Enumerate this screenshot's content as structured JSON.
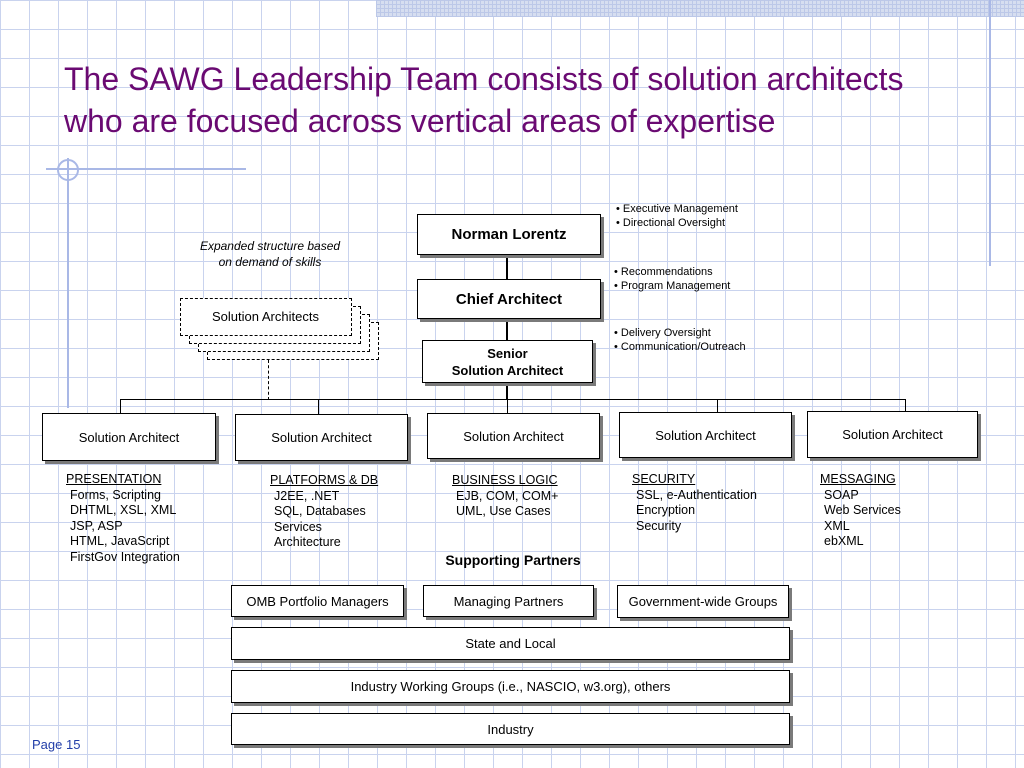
{
  "slide": {
    "title_lines": [
      "The SAWG Leadership Team consists of solution architects",
      "who are focused across vertical areas of expertise"
    ],
    "page_label": "Page 15"
  },
  "org": {
    "top": "Norman Lorentz",
    "chief": "Chief Architect",
    "senior_line1": "Senior",
    "senior_line2": "Solution Architect",
    "annotations": [
      [
        "Executive Management",
        "Directional Oversight"
      ],
      [
        "Recommendations",
        "Program Management"
      ],
      [
        "Delivery Oversight",
        "Communication/Outreach"
      ]
    ],
    "expanded_note_line1": "Expanded structure based",
    "expanded_note_line2": "on demand of skills",
    "expanded_box_label": "Solution Architects"
  },
  "architects": [
    {
      "label": "Solution Architect",
      "heading": "PRESENTATION",
      "items": [
        "Forms, Scripting",
        "DHTML, XSL, XML",
        "JSP, ASP",
        "HTML, JavaScript",
        "FirstGov Integration"
      ]
    },
    {
      "label": "Solution Architect",
      "heading": "PLATFORMS & DB",
      "items": [
        "J2EE, .NET",
        "SQL, Databases",
        "Services",
        "Architecture"
      ]
    },
    {
      "label": "Solution Architect",
      "heading": "BUSINESS LOGIC",
      "items": [
        "EJB, COM, COM+",
        "UML, Use Cases"
      ]
    },
    {
      "label": "Solution Architect",
      "heading": "SECURITY",
      "items": [
        "SSL, e-Authentication",
        "Encryption",
        "Security"
      ]
    },
    {
      "label": "Solution Architect",
      "heading": "MESSAGING",
      "items": [
        "SOAP",
        "Web Services",
        "XML",
        "ebXML"
      ]
    }
  ],
  "partners": {
    "heading": "Supporting Partners",
    "row1": [
      "OMB Portfolio Managers",
      "Managing Partners",
      "Government-wide Groups"
    ],
    "rows": [
      "State and Local",
      "Industry Working Groups (i.e., NASCIO, w3.org), others",
      "Industry"
    ]
  }
}
